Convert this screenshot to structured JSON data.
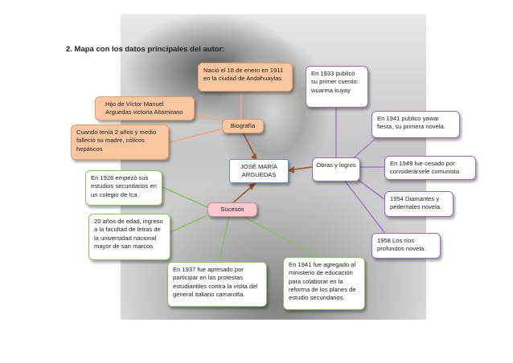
{
  "heading": "2. Mapa con los datos principales del autor:",
  "center": "JOSÉ MARÍA ARGUEDAS",
  "biografia": {
    "label": "Biografía",
    "items": [
      "Nació el 18 de enero en 1911 en la ciudad de Andahuaylas",
      "Hijo de Víctor Manuel Arguedas victoria Altamirano",
      "Cuando tenía 2 años y medio falleció su madre, cólicos hepáticos"
    ]
  },
  "obras": {
    "label": "Obras y logros",
    "items": [
      "En 1933 publicó su primer cuento: wuarma kuyay",
      "En 1941 publico yawar fiesta, su primera novela.",
      "En 1949 fue cesado por considerársele comunista",
      "1954 Diamantes y pedernales novela.",
      "1958 Los ríos profundos novela."
    ]
  },
  "sucesos": {
    "label": "Sucesos",
    "items": [
      "En 1926 empezó sus estudios secundarios en un colegio de Ica",
      "20 años de edad, ingreso a la facultad de letras de la universidad nacional mayor de san marcos",
      "En 1937 fue apresado por participar en las protestas estudiantiles contra la visita del general italiano camarotta.",
      "En 1941 fue agregado al ministerio de educación para colaborar en la reforma de los planes de estudio secundarios."
    ]
  },
  "colors": {
    "orange": "#fbc6a0",
    "purple": "#8f6fc0",
    "green": "#8cbf60",
    "pink": "#f9c9ce",
    "blue": "#6c8fbf"
  }
}
